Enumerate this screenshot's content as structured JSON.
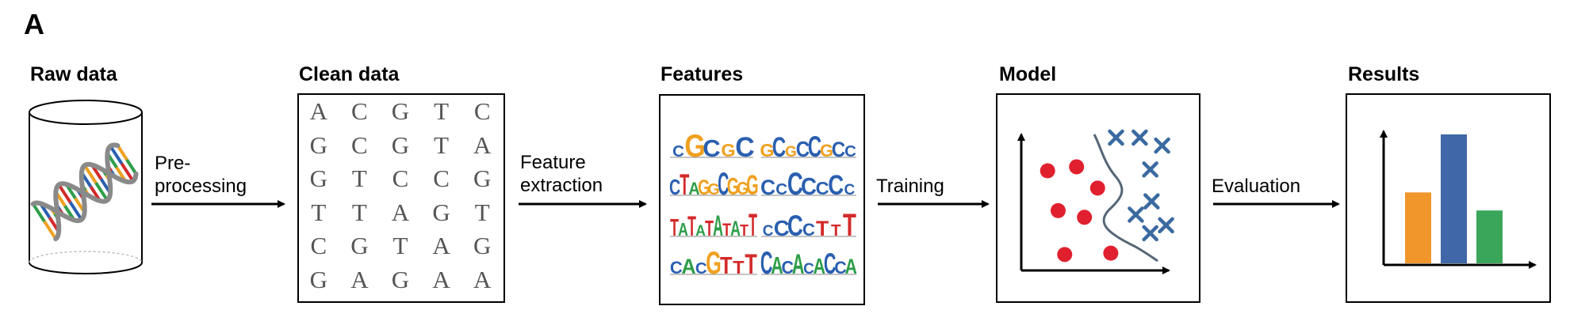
{
  "panel_label": "A",
  "stages": {
    "raw": "Raw data",
    "clean": "Clean data",
    "features": "Features",
    "model": "Model",
    "results": "Results"
  },
  "arrows": {
    "preprocessing": [
      "Pre-",
      "processing"
    ],
    "feature_extraction": [
      "Feature",
      "extraction"
    ],
    "training": "Training",
    "evaluation": "Evaluation"
  },
  "sequences": [
    [
      "A",
      "C",
      "G",
      "T",
      "C"
    ],
    [
      "G",
      "C",
      "G",
      "T",
      "A"
    ],
    [
      "G",
      "T",
      "C",
      "C",
      "G"
    ],
    [
      "T",
      "T",
      "A",
      "G",
      "T"
    ],
    [
      "C",
      "G",
      "T",
      "A",
      "G"
    ],
    [
      "G",
      "A",
      "G",
      "A",
      "A"
    ]
  ],
  "motif_logos": [
    "CGCGC",
    "GCGCCGCC",
    "CTAGGCGGG",
    "CCCCCCC",
    "TATATATATT",
    "CCCCTTT",
    "CACGTTT",
    "CACACACCA"
  ],
  "colors": {
    "A": "#2e9e48",
    "C": "#2a5fb0",
    "G": "#f0a020",
    "T": "#d42a2a",
    "dot": "#e0202e",
    "cross": "#3a6aa0",
    "boundary": "#556677",
    "bar_orange": "#f0962a",
    "bar_blue": "#4068a8",
    "bar_green": "#3aa65a"
  },
  "results_chart": {
    "type": "bar",
    "values": [
      0.55,
      1.0,
      0.41
    ]
  },
  "model_plot": {
    "class_a_points": [
      [
        0.2,
        0.75
      ],
      [
        0.42,
        0.78
      ],
      [
        0.58,
        0.62
      ],
      [
        0.28,
        0.45
      ],
      [
        0.48,
        0.4
      ],
      [
        0.33,
        0.12
      ],
      [
        0.68,
        0.13
      ]
    ],
    "class_b_points": [
      [
        0.72,
        1.0
      ],
      [
        0.9,
        1.0
      ],
      [
        1.07,
        0.94
      ],
      [
        0.98,
        0.76
      ],
      [
        0.99,
        0.52
      ],
      [
        0.87,
        0.42
      ],
      [
        1.1,
        0.34
      ],
      [
        0.98,
        0.28
      ]
    ]
  }
}
